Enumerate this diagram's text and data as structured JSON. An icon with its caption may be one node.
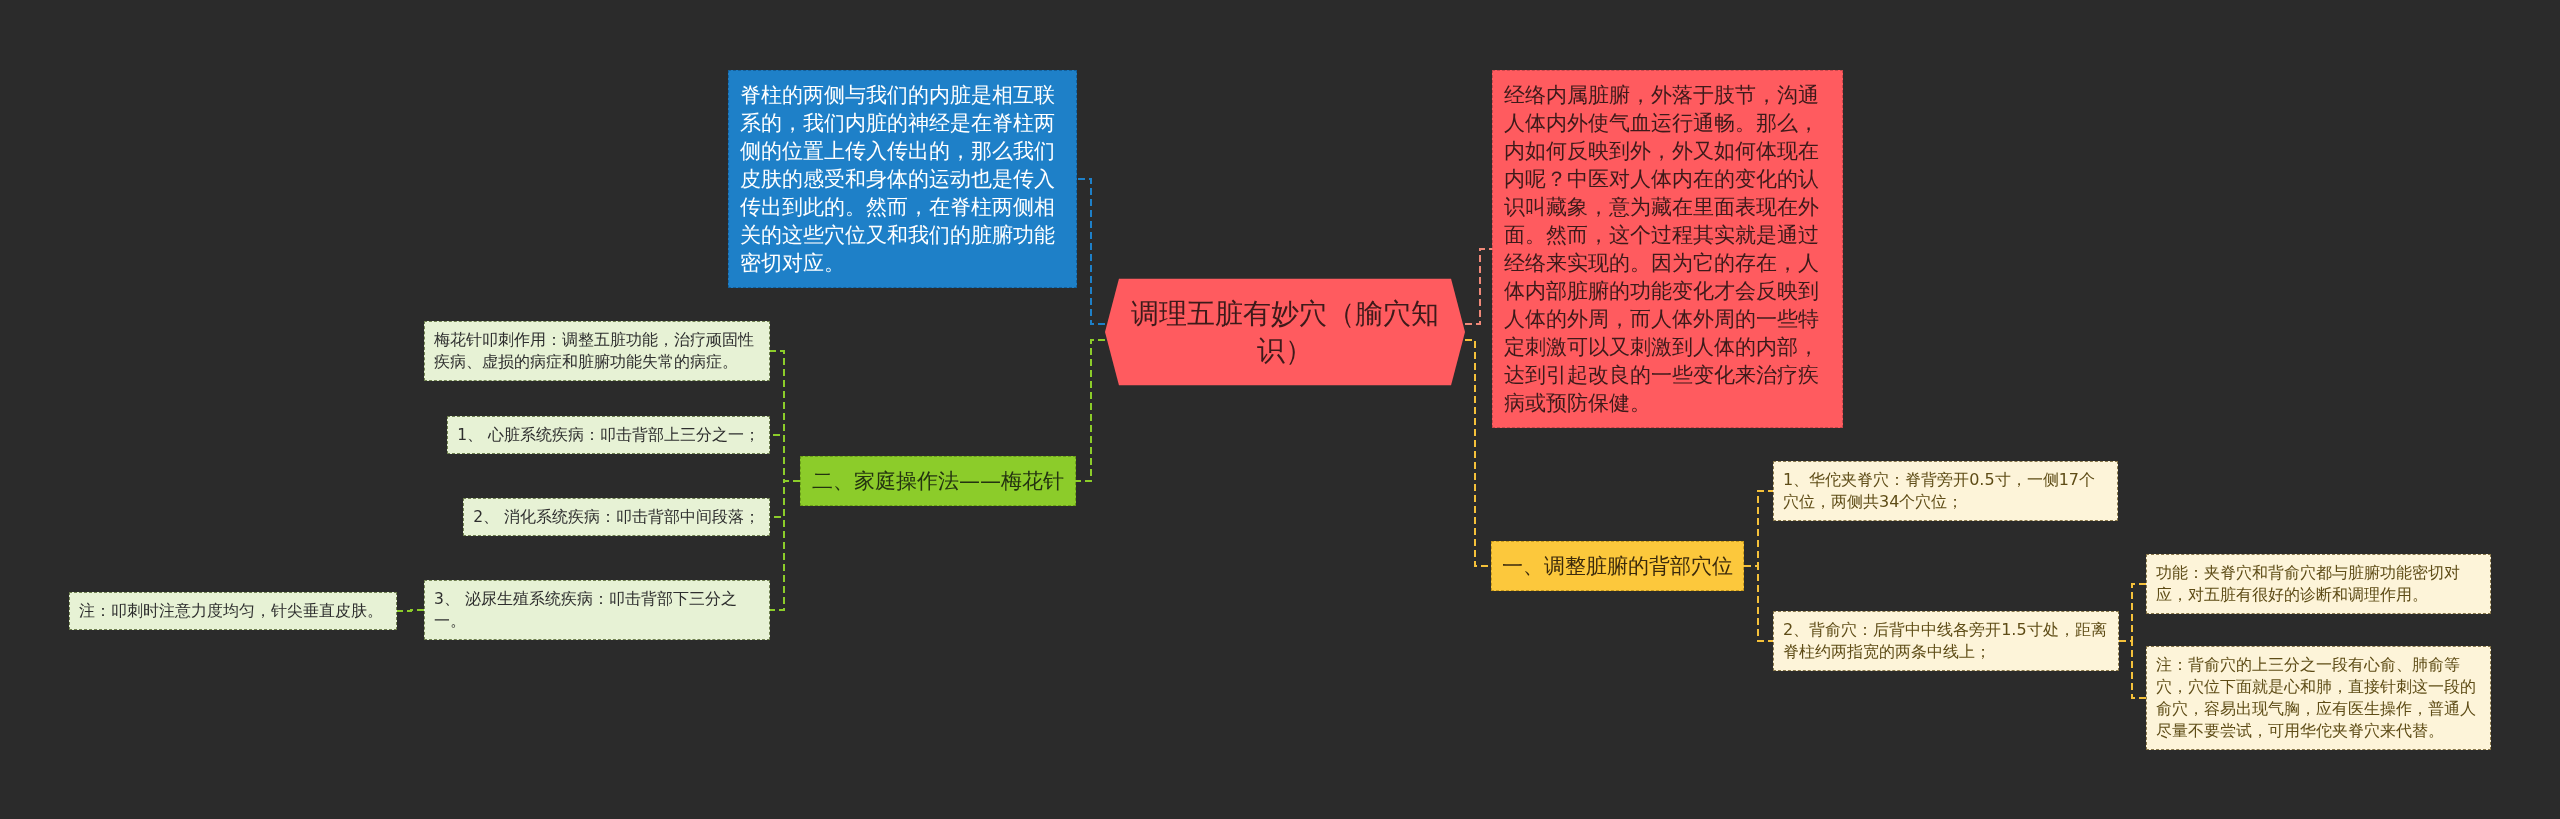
{
  "diagram": {
    "nodes": [
      {
        "text": [
          "调理五脏有妙穴（腧穴知识）"
        ]
      },
      {
        "text": [
          "脊柱的两侧与我们的内脏是相互联系的，我们内脏的神经是在脊柱两侧的位置上传入传出的，那么我们皮肤的感受和身体的运动也是传入传出到此的。然而，在脊柱两侧相关的这些穴位又和我们的脏腑功能密切对应。"
        ]
      },
      {
        "text": [
          "二、家庭操作法——梅花针"
        ]
      },
      {
        "text": [
          "梅花针叩刺作用：调整五脏功能，治疗顽固性疾病、虚损的病症和脏腑功能失常的病症。"
        ]
      },
      {
        "text": [
          "1、 心脏系统疾病：叩击背部上三分之一；"
        ]
      },
      {
        "text": [
          "2、 消化系统疾病：叩击背部中间段落；"
        ]
      },
      {
        "text": [
          "3、 泌尿生殖系统疾病：叩击背部下三分之一。"
        ]
      },
      {
        "text": [
          "注：叩刺时注意力度均匀，针尖垂直皮肤。"
        ]
      },
      {
        "text": [
          "经络内属脏腑，外落于肢节，沟通人体内外使气血运行通畅。那么，内如何反映到外，外又如何体现在内呢？中医对人体内在的变化的认识叫藏象，意为藏在里面表现在外面。然而，这个过程其实就是通过经络来实现的。因为它的存在，人体内部脏腑的功能变化才会反映到人体的外周，而人体外周的一些特定刺激可以又刺激到人体的内部，达到引起改良的一些变化来治疗疾病或预防保健。"
        ]
      },
      {
        "text": [
          "一、调整脏腑的背部穴位"
        ]
      },
      {
        "text": [
          "1、华佗夹脊穴：脊背旁开0.5寸，一侧17个穴位，两侧共34个穴位；"
        ]
      },
      {
        "text": [
          "2、背俞穴：后背中中线各旁开1.5寸处，距离脊柱约两指宽的两条中线上；"
        ]
      },
      {
        "text": [
          "功能：夹脊穴和背俞穴都与脏腑功能密切对应，对五脏有很好的诊断和调理作用。"
        ]
      },
      {
        "text": [
          "注：背俞穴的上三分之一段有心俞、肺俞等穴，穴位下面就是心和肺，直接针刺这一段的俞穴，容易出现气胸，应有医生操作，普通人尽量不要尝试，可用华佗夹脊穴来代替。"
        ]
      }
    ],
    "edges": [
      {
        "from": 0,
        "to": 1,
        "arrow": "none",
        "style": "dashed",
        "color": "#1e80c8"
      },
      {
        "from": 0,
        "to": 2,
        "arrow": "none",
        "style": "dashed",
        "color": "#8ccc2a"
      },
      {
        "from": 2,
        "to": 3,
        "arrow": "none",
        "style": "dashed",
        "color": "#8ccc2a"
      },
      {
        "from": 2,
        "to": 4,
        "arrow": "none",
        "style": "dashed",
        "color": "#8ccc2a"
      },
      {
        "from": 2,
        "to": 5,
        "arrow": "none",
        "style": "dashed",
        "color": "#8ccc2a"
      },
      {
        "from": 2,
        "to": 6,
        "arrow": "none",
        "style": "dashed",
        "color": "#8ccc2a"
      },
      {
        "from": 6,
        "to": 7,
        "arrow": "none",
        "style": "dashed",
        "color": "#8ccc2a"
      },
      {
        "from": 0,
        "to": 8,
        "arrow": "none",
        "style": "dashed",
        "color": "#f08878"
      },
      {
        "from": 0,
        "to": 9,
        "arrow": "none",
        "style": "dashed",
        "color": "#f5c13a"
      },
      {
        "from": 9,
        "to": 10,
        "arrow": "none",
        "style": "dashed",
        "color": "#f5c13a"
      },
      {
        "from": 9,
        "to": 11,
        "arrow": "none",
        "style": "dashed",
        "color": "#f5c13a"
      },
      {
        "from": 11,
        "to": 12,
        "arrow": "none",
        "style": "dashed",
        "color": "#f5c13a"
      },
      {
        "from": 11,
        "to": 13,
        "arrow": "none",
        "style": "dashed",
        "color": "#f5c13a"
      }
    ]
  }
}
